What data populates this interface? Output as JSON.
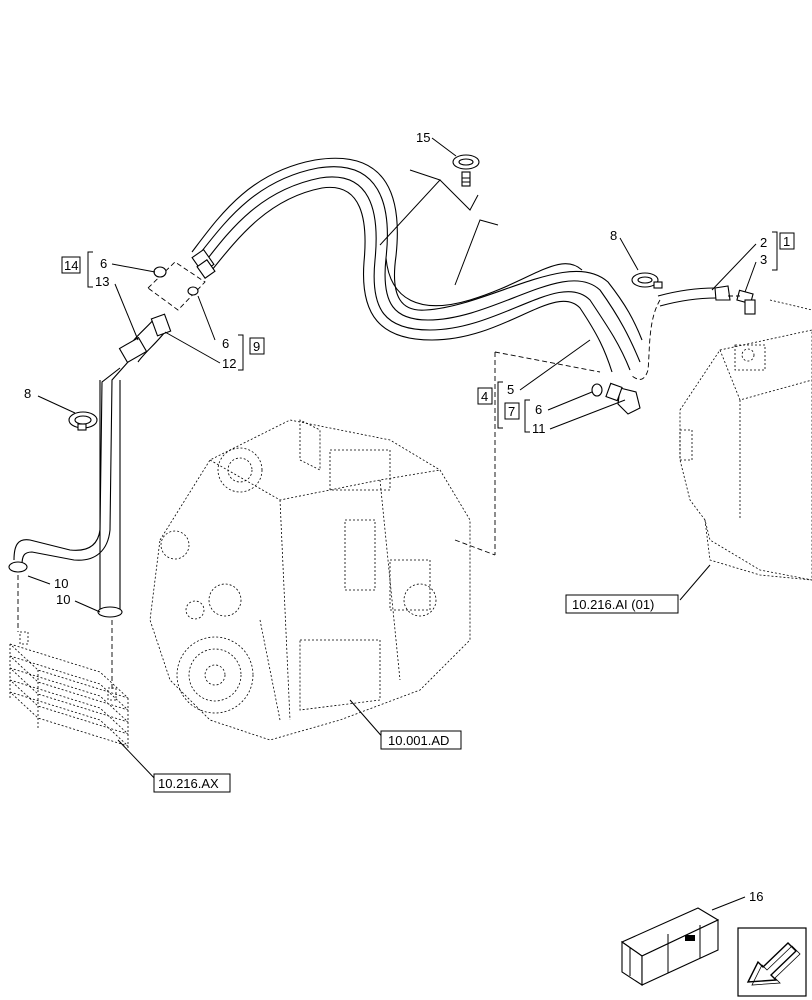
{
  "callouts": {
    "c1": "1",
    "c2": "2",
    "c3": "3",
    "c4": "4",
    "c5": "5",
    "c6a": "6",
    "c6b": "6",
    "c6c": "6",
    "c7": "7",
    "c8a": "8",
    "c8b": "8",
    "c9": "9",
    "c10a": "10",
    "c10b": "10",
    "c11": "11",
    "c12": "12",
    "c13": "13",
    "c14": "14",
    "c15": "15",
    "c16": "16"
  },
  "references": {
    "ai": "10.216.AI (01)",
    "ad": "10.001.AD",
    "ax": "10.216.AX"
  },
  "icons": {
    "engine": "engine-icon",
    "oil_cooler": "oil-cooler-icon",
    "kit_box": "kit-box-icon",
    "navigation": "arrow-icon"
  }
}
